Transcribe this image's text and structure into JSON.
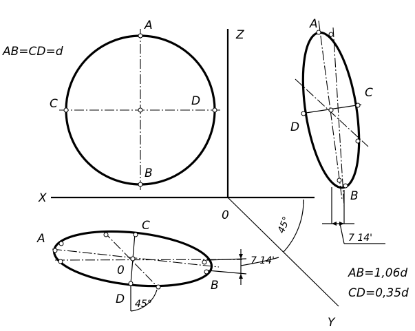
{
  "labels": {
    "eq_front": "AB=CD=d",
    "eq_iso_1": "AB=1,06d",
    "eq_iso_2": "CD=0,35d",
    "axis_x": "X",
    "axis_y": "Y",
    "axis_z": "Z",
    "origin": "0",
    "angle_45_main": "45°",
    "angle_45_small": "45°",
    "angle_7_14_right": "7 14'",
    "angle_7_14_bottom": "7 14'",
    "front": {
      "a": "A",
      "b": "B",
      "c": "C",
      "d": "D"
    },
    "side": {
      "a": "A",
      "b": "B",
      "c": "C",
      "d": "D"
    },
    "bottom": {
      "a": "A",
      "b": "B",
      "c": "C",
      "o": "0",
      "d": "D"
    }
  }
}
